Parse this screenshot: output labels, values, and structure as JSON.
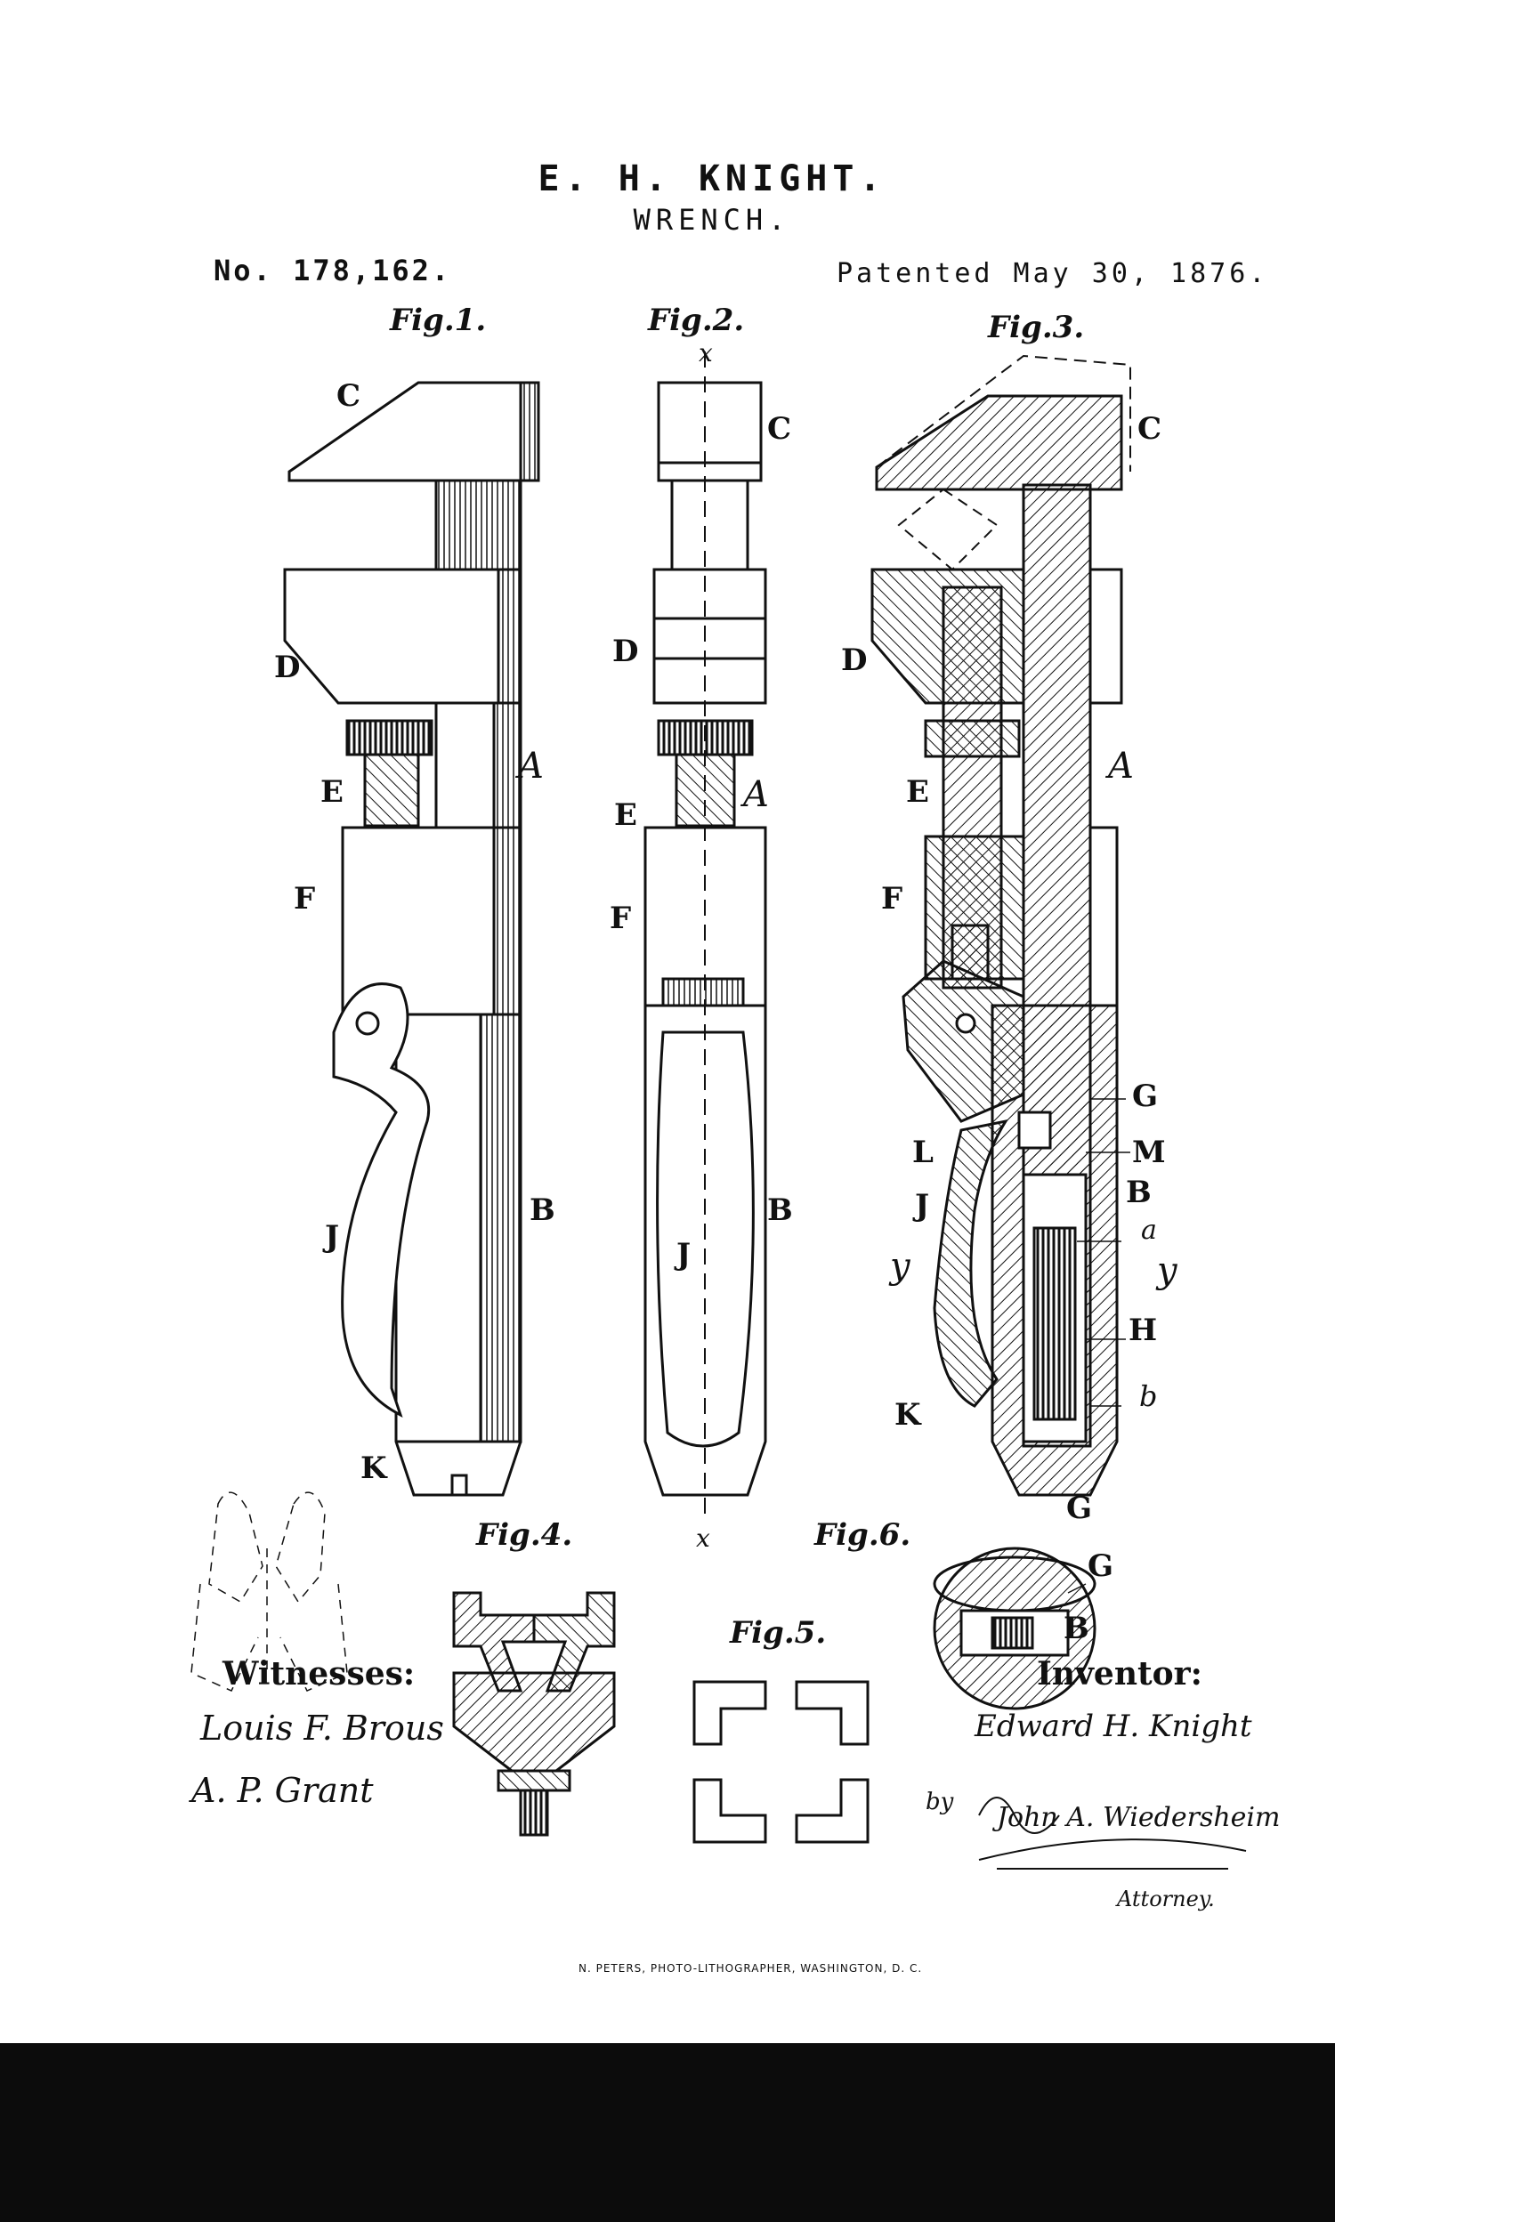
{
  "header": {
    "inventor_name": "E. H. KNIGHT.",
    "invention": "WRENCH.",
    "patent_number": "No. 178,162.",
    "patent_date": "Patented May 30, 1876."
  },
  "figures": {
    "fig1": "Fig.1.",
    "fig2": "Fig.2.",
    "fig3": "Fig.3.",
    "fig4": "Fig.4.",
    "fig5": "Fig.5.",
    "fig6": "Fig.6."
  },
  "reference_letters": {
    "fig1": [
      "C",
      "D",
      "E",
      "A",
      "F",
      "J",
      "B",
      "K"
    ],
    "fig2": [
      "x",
      "C",
      "D",
      "E",
      "A",
      "F",
      "J",
      "B",
      "x"
    ],
    "fig3": [
      "C",
      "D",
      "E",
      "A",
      "F",
      "G",
      "L",
      "M",
      "J",
      "B",
      "a",
      "y",
      "y",
      "H",
      "b",
      "K",
      "G"
    ],
    "fig6": [
      "G",
      "B"
    ]
  },
  "witnesses": {
    "label": "Witnesses:",
    "names": [
      "Louis F. Brous",
      "A. P. Grant"
    ]
  },
  "inventor": {
    "label": "Inventor:",
    "signature": "Edward H. Knight",
    "by": "by",
    "attorney_signature": "John A. Wiedersheim",
    "attorney_label": "Attorney."
  },
  "footer": {
    "lithographer": "N. PETERS, PHOTO-LITHOGRAPHER, WASHINGTON, D. C."
  },
  "colors": {
    "ink": "#111111",
    "paper": "#ffffff",
    "bottom_bar": "#0c0c0c"
  }
}
